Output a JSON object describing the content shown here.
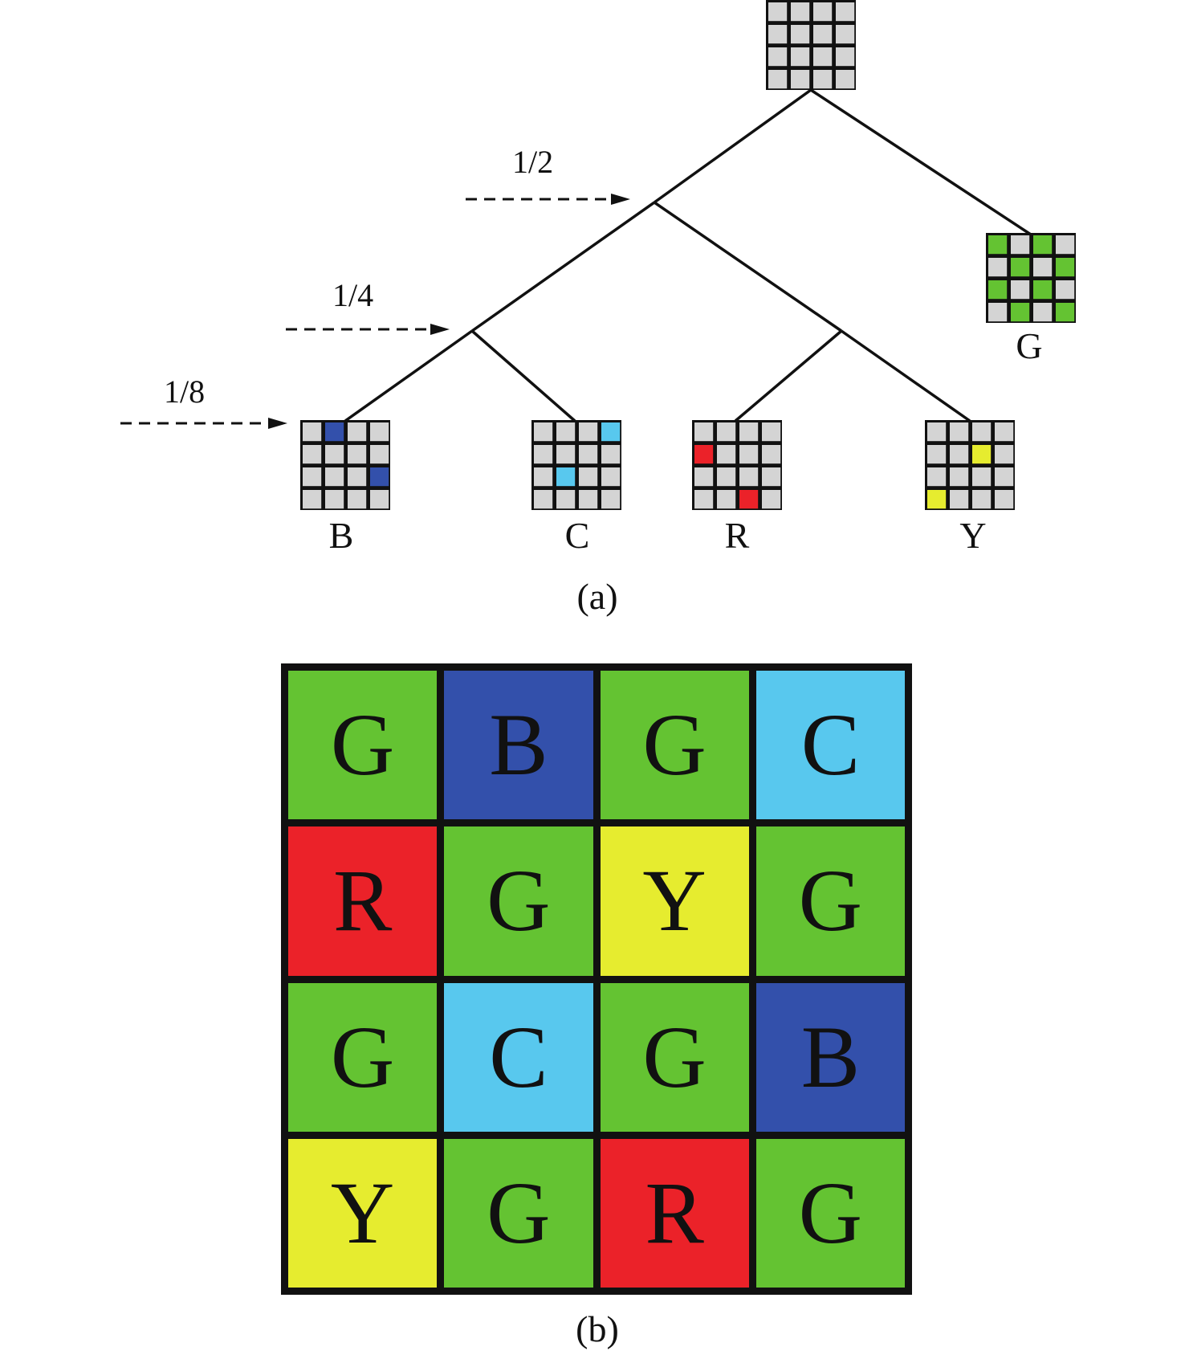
{
  "colors": {
    "G": "#64c332",
    "B": "#3350ab",
    "C": "#58c8ee",
    "R": "#eb2229",
    "Y": "#e6ec2f",
    "empty": "#d4d4d4",
    "line": "#111111"
  },
  "tree": {
    "fractions": [
      "1/2",
      "1/4",
      "1/8"
    ],
    "root": {
      "pattern": [
        0,
        0,
        0,
        0,
        0,
        0,
        0,
        0,
        0,
        0,
        0,
        0,
        0,
        0,
        0,
        0
      ]
    },
    "leaves": [
      {
        "label": "G",
        "color": "G",
        "pattern": [
          1,
          0,
          1,
          0,
          0,
          1,
          0,
          1,
          1,
          0,
          1,
          0,
          0,
          1,
          0,
          1
        ]
      },
      {
        "label": "B",
        "color": "B",
        "pattern": [
          0,
          1,
          0,
          0,
          0,
          0,
          0,
          0,
          0,
          0,
          0,
          1,
          0,
          0,
          0,
          0
        ]
      },
      {
        "label": "C",
        "color": "C",
        "pattern": [
          0,
          0,
          0,
          1,
          0,
          0,
          0,
          0,
          0,
          1,
          0,
          0,
          0,
          0,
          0,
          0
        ]
      },
      {
        "label": "R",
        "color": "R",
        "pattern": [
          0,
          0,
          0,
          0,
          1,
          0,
          0,
          0,
          0,
          0,
          0,
          0,
          0,
          0,
          1,
          0
        ]
      },
      {
        "label": "Y",
        "color": "Y",
        "pattern": [
          0,
          0,
          0,
          0,
          0,
          0,
          1,
          0,
          0,
          0,
          0,
          0,
          1,
          0,
          0,
          0
        ]
      }
    ]
  },
  "mosaic": {
    "rows": [
      [
        "G",
        "B",
        "G",
        "C"
      ],
      [
        "R",
        "G",
        "Y",
        "G"
      ],
      [
        "G",
        "C",
        "G",
        "B"
      ],
      [
        "Y",
        "G",
        "R",
        "G"
      ]
    ]
  },
  "captions": {
    "a": "(a)",
    "b": "(b)"
  }
}
